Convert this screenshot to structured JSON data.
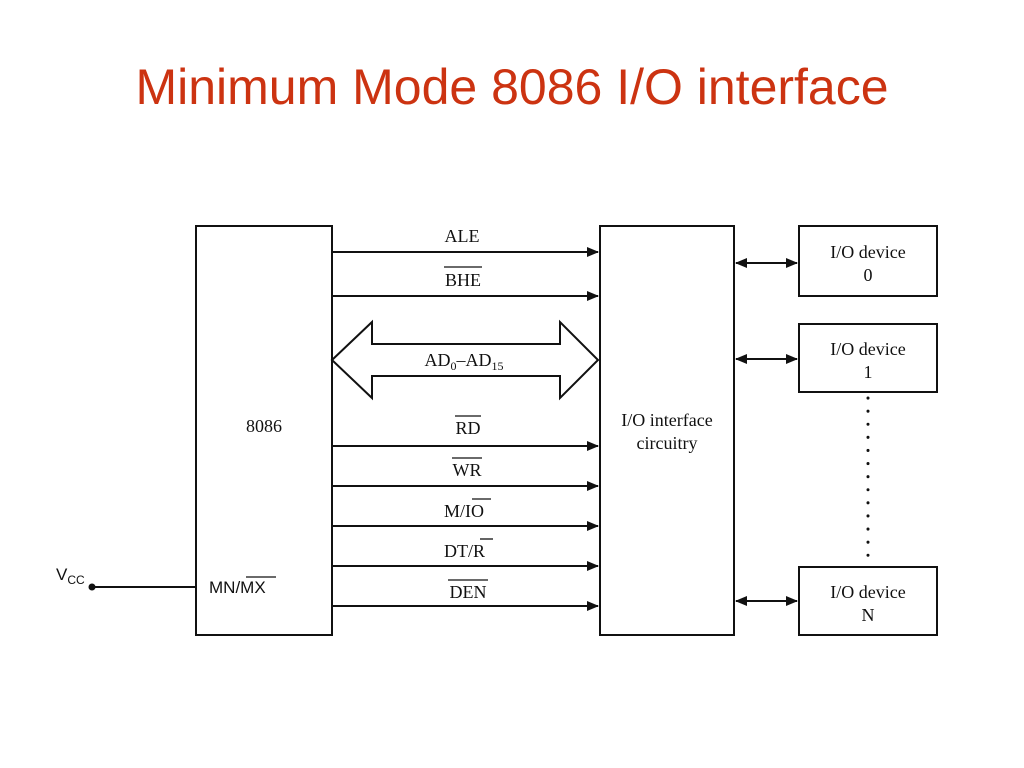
{
  "title": "Minimum Mode 8086 I/O interface",
  "cpu": {
    "label": "8086",
    "mode_pin": "MN/MX",
    "vcc": "V",
    "vcc_sub": "CC"
  },
  "signals": {
    "ale": "ALE",
    "bhe": "BHE",
    "bus": {
      "a": "AD",
      "a_sub": "0",
      "dash": "–AD",
      "b_sub": "15"
    },
    "rd": "RD",
    "wr": "WR",
    "mio": {
      "prefix": "M/",
      "io": "IO"
    },
    "dtr": {
      "prefix": "DT/",
      "r": "R"
    },
    "den": "DEN"
  },
  "interface": {
    "line1": "I/O interface",
    "line2": "circuitry"
  },
  "devices": [
    {
      "line1": "I/O device",
      "line2": "0"
    },
    {
      "line1": "I/O device",
      "line2": "1"
    },
    {
      "line1": "I/O device",
      "line2": "N"
    }
  ]
}
